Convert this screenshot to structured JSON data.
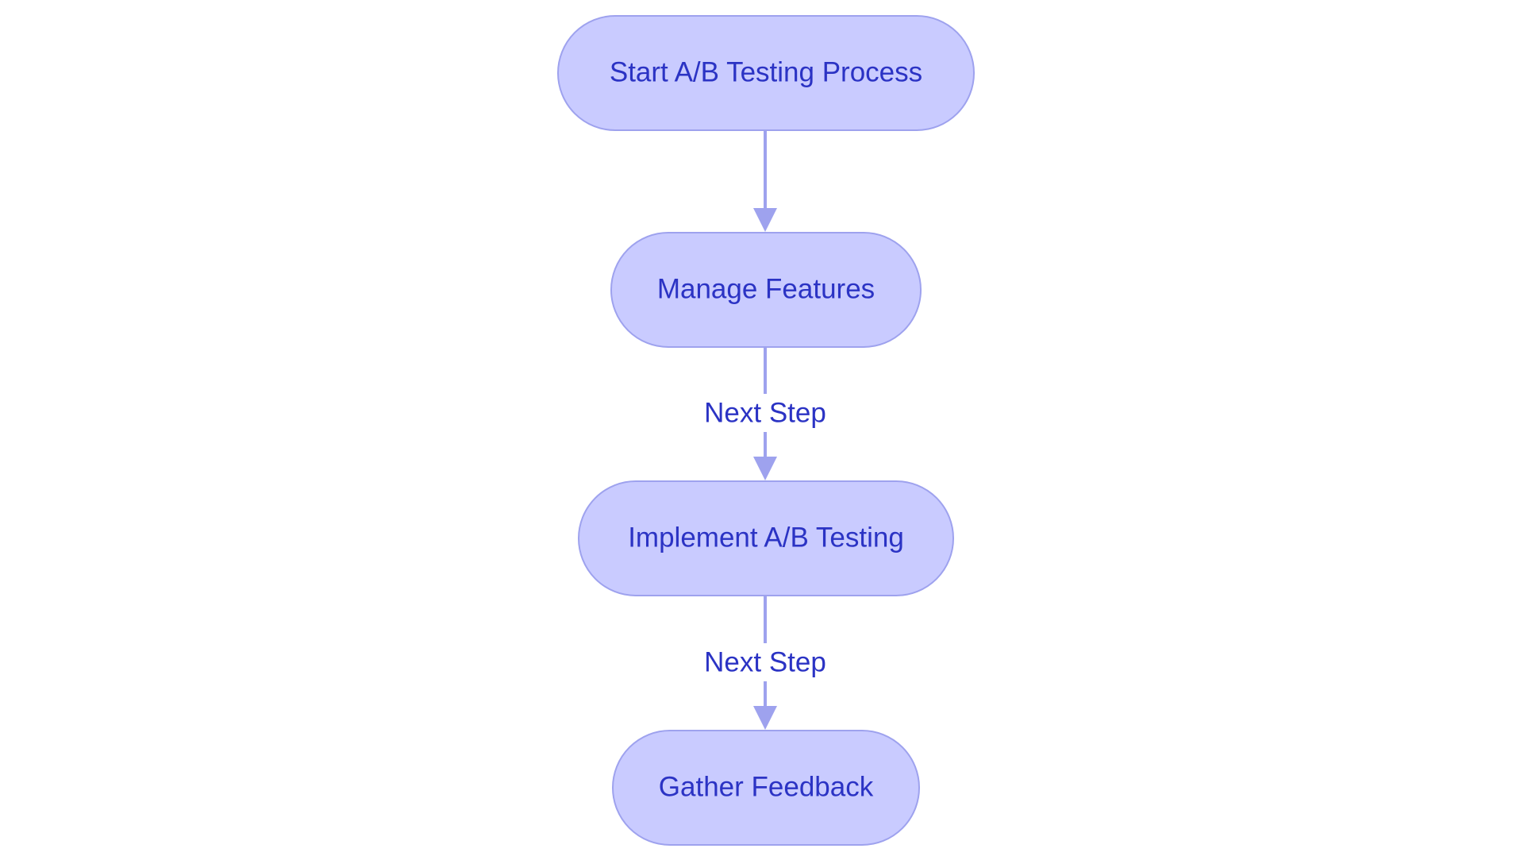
{
  "diagram": {
    "nodes": [
      {
        "id": "start",
        "label": "Start A/B Testing Process"
      },
      {
        "id": "manage",
        "label": "Manage Features"
      },
      {
        "id": "implement",
        "label": "Implement A/B Testing"
      },
      {
        "id": "gather",
        "label": "Gather Feedback"
      }
    ],
    "edges": [
      {
        "from": "start",
        "to": "manage",
        "label": ""
      },
      {
        "from": "manage",
        "to": "implement",
        "label": "Next Step"
      },
      {
        "from": "implement",
        "to": "gather",
        "label": "Next Step"
      }
    ],
    "colors": {
      "node_fill": "#c9cbff",
      "node_stroke": "#9ea2ee",
      "text": "#2b33c4",
      "edge": "#9ea2ee",
      "background": "#ffffff"
    }
  }
}
